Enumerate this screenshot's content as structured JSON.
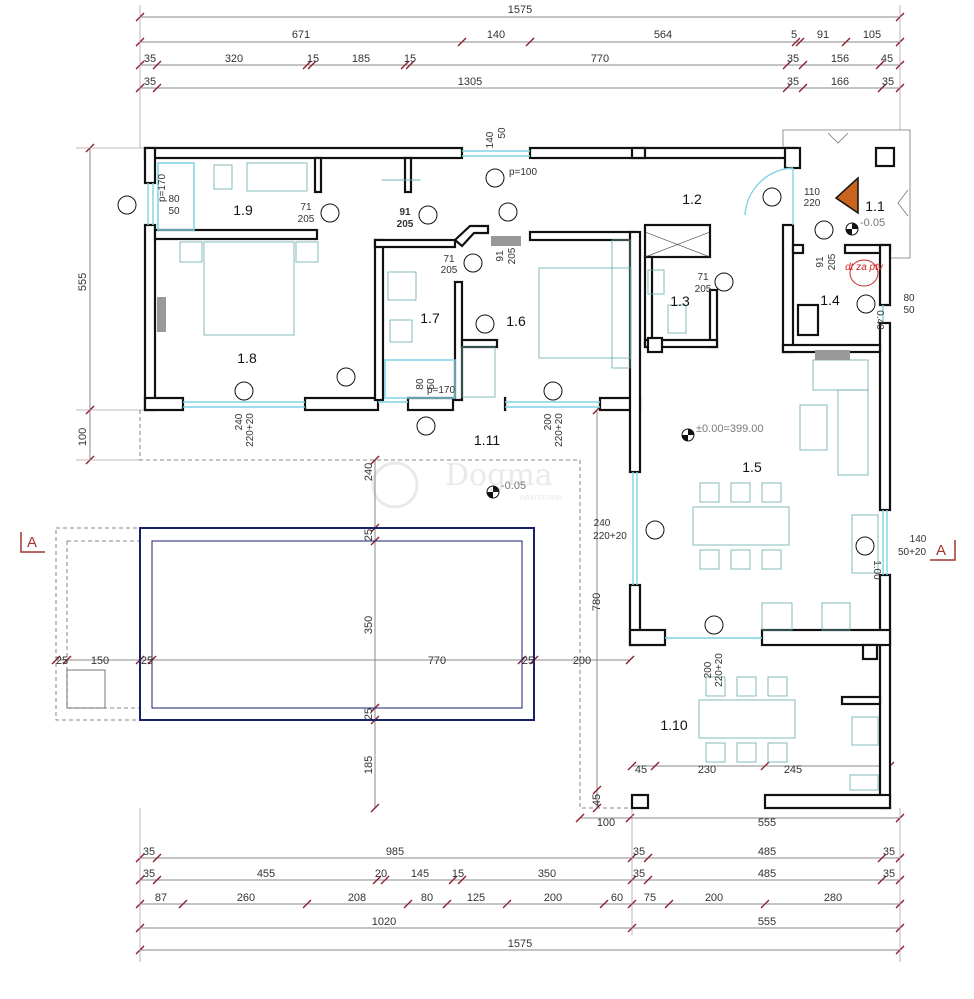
{
  "plan": {
    "dims_top": {
      "r1": [
        "1575"
      ],
      "r2": [
        "671",
        "140",
        "564",
        "5",
        "91",
        "105"
      ],
      "r3": [
        "35",
        "320",
        "15",
        "185",
        "15",
        "770",
        "35",
        "156",
        "45"
      ],
      "r4": [
        "35",
        "1305",
        "35",
        "166",
        "35"
      ]
    },
    "dims_bottom": {
      "r1": [
        "35",
        "985",
        "35",
        "485",
        "35"
      ],
      "r2": [
        "35",
        "455",
        "20",
        "145",
        "15",
        "350",
        "35",
        "485",
        "35"
      ],
      "r3": [
        "87",
        "260",
        "208",
        "80",
        "125",
        "200",
        "60",
        "75",
        "200",
        "280"
      ],
      "r4": [
        "1020",
        "555"
      ],
      "r5": [
        "1575"
      ]
    },
    "dims_left": [
      "555",
      "100"
    ],
    "dims_pool": {
      "vertical": [
        "240",
        "25",
        "350",
        "25",
        "185"
      ],
      "horizontal": [
        "25",
        "150",
        "25",
        "770",
        "25",
        "200"
      ],
      "right": [
        "780",
        "45"
      ],
      "under": [
        "100",
        "555"
      ],
      "dining": [
        "45",
        "230",
        "245"
      ]
    },
    "rooms": [
      "1.1",
      "1.2",
      "1.3",
      "1.4",
      "1.5",
      "1.6",
      "1.7",
      "1.8",
      "1.9",
      "1.10",
      "1.11"
    ],
    "openings": {
      "top_window": [
        "140",
        "50"
      ],
      "p100": "p=100",
      "w19": [
        "p=170",
        "80",
        "50"
      ],
      "d19": [
        "71",
        "205"
      ],
      "d_hall": [
        "91",
        "205"
      ],
      "d17": [
        "71",
        "205"
      ],
      "d16": [
        "91",
        "205"
      ],
      "d_entry": [
        "110",
        "220"
      ],
      "d14": [
        "91",
        "205"
      ],
      "d13": [
        "71",
        "205"
      ],
      "w14": [
        "80",
        "50"
      ],
      "w14_sill": "0.40",
      "w18": [
        "240",
        "220+20"
      ],
      "w16": [
        "200",
        "220+20"
      ],
      "w17": [
        "80",
        "50",
        "p=170"
      ],
      "w15": [
        "240",
        "220+20"
      ],
      "w_kitchen": [
        "140",
        "50+20"
      ],
      "kitchen_sill": "1.00",
      "d110": [
        "200",
        "220+20"
      ]
    },
    "levels": [
      "-0.05",
      "±0.00=399.00",
      "-0.05"
    ],
    "annotation": "dt za ptv",
    "section_marker": "A",
    "watermark": {
      "name": "Dogma",
      "sub": "nekretnine"
    },
    "colors": {
      "wall": "#111111",
      "window": "#7fd3e6",
      "pool": "#1a1f6e",
      "dim_tick": "#8b1a2b",
      "entrance_arrow": "#c8641e",
      "section": "#a0332e"
    }
  }
}
